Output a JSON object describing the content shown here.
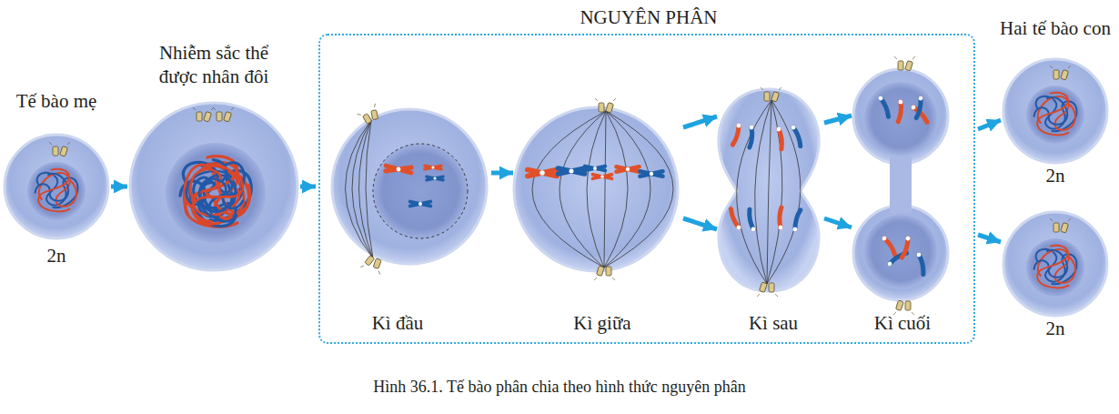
{
  "diagram": {
    "caption": "Hình 36.1. Tế bào phân chia theo hình thức nguyên phân",
    "nodes": [
      {
        "text": [
          "Tế bào mẹ",
          "2n"
        ]
      },
      {
        "text": [
          "Nhiễm sắc thể được nhân đôi"
        ]
      },
      {
        "text": [
          "NGUYÊN PHÂN"
        ]
      },
      {
        "text": [
          "Kì đầu"
        ],
        "in": 2
      },
      {
        "text": [
          "Kì giữa"
        ],
        "in": 2
      },
      {
        "text": [
          "Kì sau"
        ],
        "in": 2
      },
      {
        "text": [
          "Kì cuối"
        ],
        "in": 2
      },
      {
        "text": [
          "2n"
        ]
      },
      {
        "text": [
          "2n"
        ]
      }
    ],
    "edges": [
      {
        "from": 0,
        "to": 1,
        "arrow": "to"
      },
      {
        "from": 1,
        "to": 2,
        "arrow": "to"
      },
      {
        "from": 3,
        "to": 4,
        "arrow": "to"
      },
      {
        "from": 4,
        "to": 5,
        "arrow": "to"
      },
      {
        "from": 4,
        "to": 5,
        "arrow": "to"
      },
      {
        "from": 5,
        "to": 6,
        "arrow": "to"
      },
      {
        "from": 5,
        "to": 6,
        "arrow": "to"
      },
      {
        "from": 2,
        "to": 7,
        "arrow": "to"
      },
      {
        "from": 2,
        "to": 8,
        "arrow": "to"
      }
    ],
    "labels": [
      "Hai tế bào con"
    ]
  }
}
